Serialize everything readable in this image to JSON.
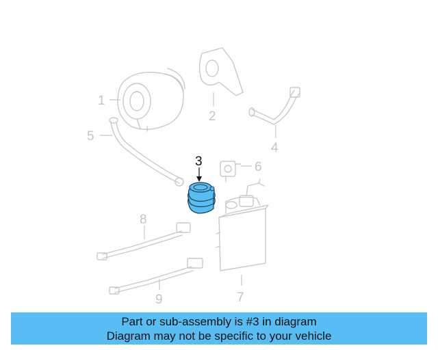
{
  "callouts": {
    "c1": "1",
    "c2": "2",
    "c3": "3",
    "c4": "4",
    "c5": "5",
    "c6": "6",
    "c7": "7",
    "c8": "8",
    "c9": "9"
  },
  "highlighted_part": "3",
  "highlight_color": "#57bdf2",
  "banner": {
    "line1": "Part or sub-assembly is #3 in diagram",
    "line2": "Diagram may not be specific to your vehicle"
  }
}
